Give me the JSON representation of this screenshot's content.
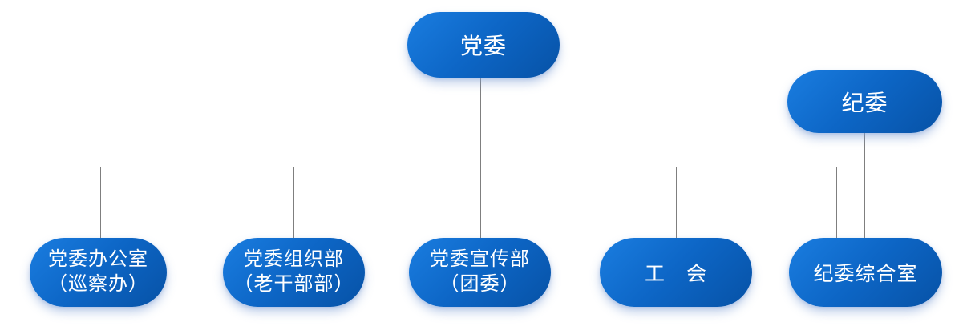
{
  "org": {
    "root": {
      "label": "党委"
    },
    "jiwei": {
      "label": "纪委"
    },
    "children": [
      {
        "line1": "党委办公室",
        "line2": "（巡察办）"
      },
      {
        "line1": "党委组织部",
        "line2": "（老干部部）"
      },
      {
        "line1": "党委宣传部",
        "line2": "（团委）"
      },
      {
        "label": "工　会"
      },
      {
        "label": "纪委综合室"
      }
    ],
    "edges": [
      {
        "from": "党委",
        "to": "纪委"
      },
      {
        "from": "党委",
        "to": "党委办公室（巡察办）"
      },
      {
        "from": "党委",
        "to": "党委组织部（老干部部）"
      },
      {
        "from": "党委",
        "to": "党委宣传部（团委）"
      },
      {
        "from": "党委",
        "to": "工会"
      },
      {
        "from": "党委",
        "to": "纪委综合室"
      },
      {
        "from": "纪委",
        "to": "纪委综合室"
      }
    ],
    "colors": {
      "node_gradient_start": "#1a7de0",
      "node_gradient_mid": "#0d66c6",
      "node_gradient_end": "#0752a6",
      "node_text": "#ffffff",
      "connector": "#7f7f7f",
      "background": "#ffffff"
    }
  }
}
